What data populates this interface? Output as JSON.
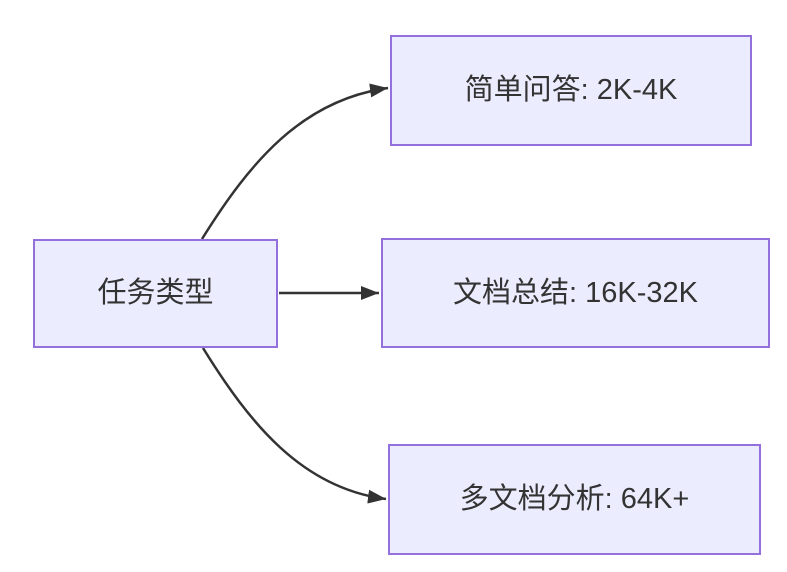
{
  "diagram": {
    "type": "flowchart",
    "direction": "left-to-right",
    "colors": {
      "background": "#FFFFFF",
      "node_fill": "#ECECFF",
      "node_border": "#9370DB",
      "arrow": "#333333",
      "text": "#333333"
    },
    "root": {
      "label": "任务类型"
    },
    "branches": [
      {
        "label": "简单问答: 2K-4K"
      },
      {
        "label": "文档总结: 16K-32K"
      },
      {
        "label": "多文档分析: 64K+"
      }
    ]
  }
}
